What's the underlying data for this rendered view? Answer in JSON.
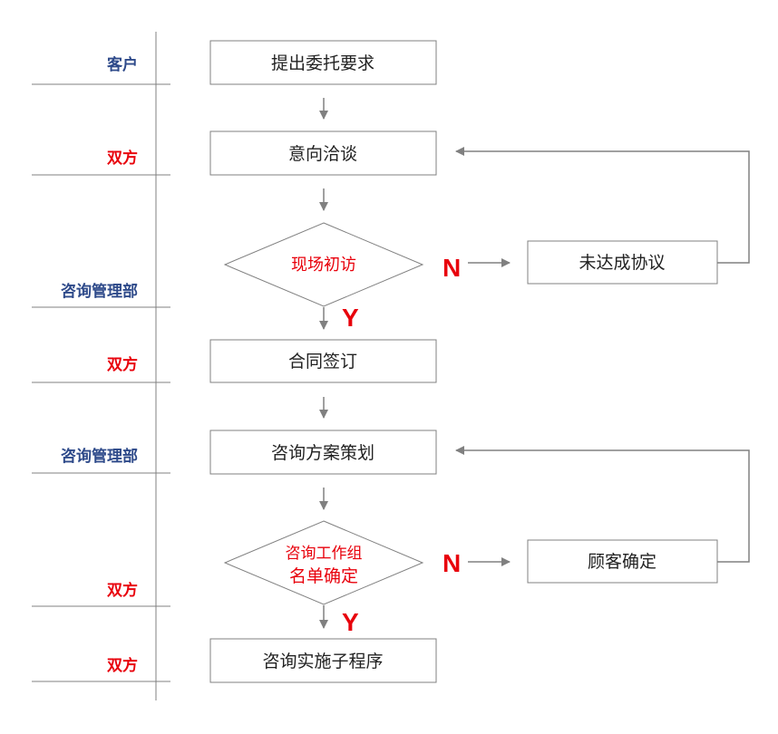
{
  "colors": {
    "lane_blue": "#2e4a8a",
    "lane_red": "#e8000b",
    "decision_text": "#e8000b",
    "line": "#808080",
    "text": "#222222"
  },
  "lanes": [
    {
      "label": "客户",
      "color": "#2e4a8a"
    },
    {
      "label": "双方",
      "color": "#e8000b"
    },
    {
      "label": "咨询管理部",
      "color": "#2e4a8a"
    },
    {
      "label": "双方",
      "color": "#e8000b"
    },
    {
      "label": "咨询管理部",
      "color": "#2e4a8a"
    },
    {
      "label": "双方",
      "color": "#e8000b"
    },
    {
      "label": "双方",
      "color": "#e8000b"
    }
  ],
  "nodes": {
    "step1": "提出委托要求",
    "step2": "意向洽谈",
    "decision1": "现场初访",
    "reject1": "未达成协议",
    "step3": "合同签订",
    "step4": "咨询方案策划",
    "decision2_line1": "咨询工作组",
    "decision2_line2": "名单确定",
    "reject2": "顾客确定",
    "step5": "咨询实施子程序"
  },
  "branch_labels": {
    "no": "N",
    "yes": "Y"
  }
}
